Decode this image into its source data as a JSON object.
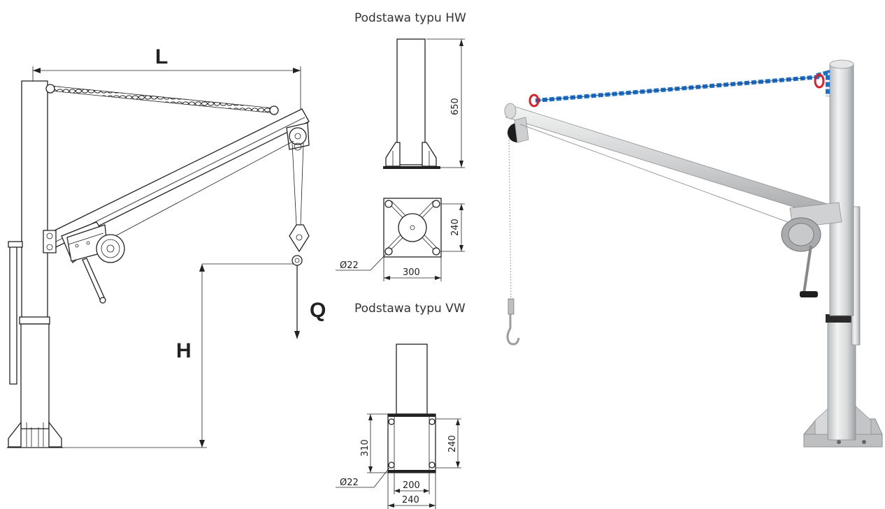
{
  "crane_diagram": {
    "label_length": "L",
    "label_height": "H",
    "label_load": "Q"
  },
  "base_hw": {
    "title": "Podstawa typu HW",
    "dim_height": "650",
    "dim_plate_inner": "240",
    "dim_plate_width": "300",
    "dim_hole": "Ø22"
  },
  "base_vw": {
    "title": "Podstawa typu VW",
    "dim_height": "310",
    "dim_side": "240",
    "dim_width_inner": "200",
    "dim_width_outer": "240",
    "dim_hole": "Ø22"
  },
  "colors": {
    "chain": "#1e6fc8",
    "shackle": "#d8202a",
    "steel": "#c9c9c9"
  }
}
